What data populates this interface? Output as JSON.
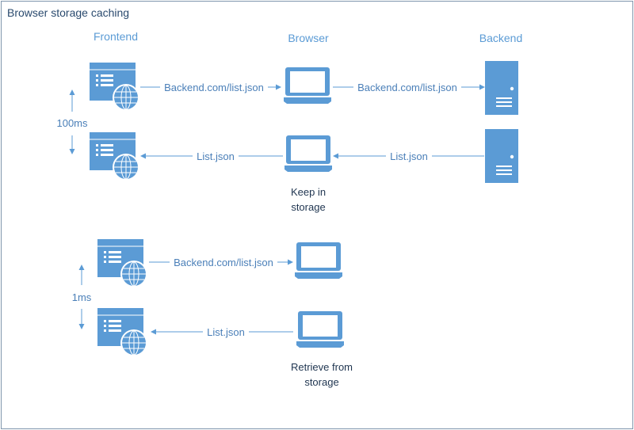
{
  "title": "Browser storage caching",
  "columns": {
    "frontend": "Frontend",
    "browser": "Browser",
    "backend": "Backend"
  },
  "edges": {
    "request1": "Backend.com/list.json",
    "request1_forward": "Backend.com/list.json",
    "response1_backend": "List.json",
    "response1_browser": "List.json",
    "request2": "Backend.com/list.json",
    "response2": "List.json"
  },
  "timings": {
    "first": "100ms",
    "second": "1ms"
  },
  "notes": {
    "keep_line1": "Keep in",
    "keep_line2": "storage",
    "retrieve_line1": "Retrieve from",
    "retrieve_line2": "storage"
  },
  "icons": {
    "app": "web-app-icon",
    "laptop": "laptop-icon",
    "server": "server-icon"
  },
  "colors": {
    "icon": "#5b9bd5",
    "frame": "#7f96ad",
    "title": "#2a4a6e",
    "label": "#4a7fb8"
  }
}
